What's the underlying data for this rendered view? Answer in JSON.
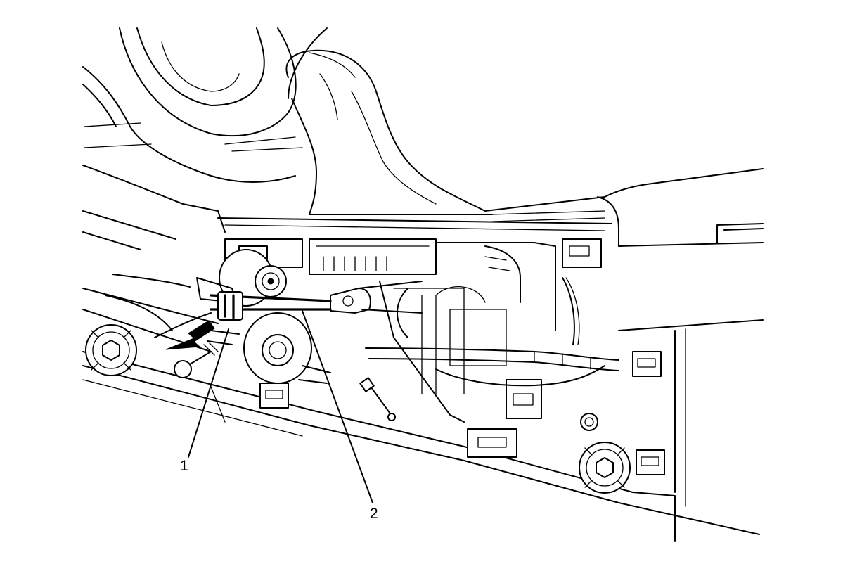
{
  "callouts": [
    {
      "id": "1",
      "label": "1"
    },
    {
      "id": "2",
      "label": "2"
    }
  ],
  "icons": {
    "direction": "arrow-left-down-icon"
  },
  "colors": {
    "line": "#000000",
    "background": "#ffffff"
  }
}
